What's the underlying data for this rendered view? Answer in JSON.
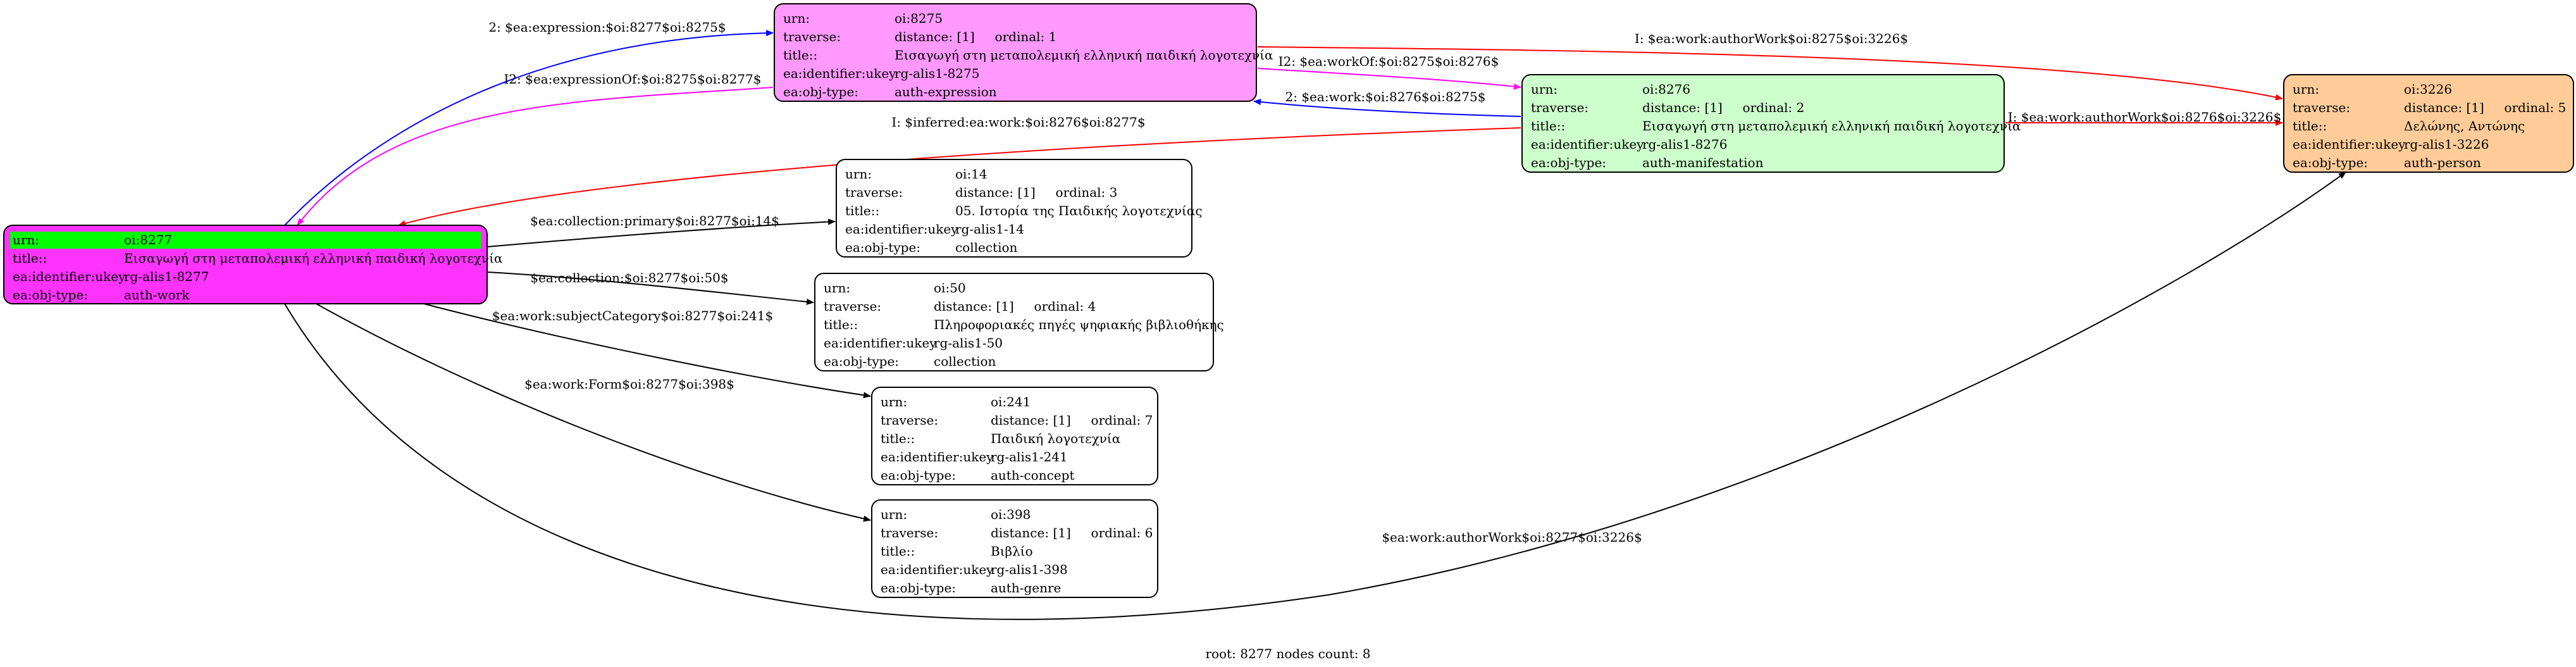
{
  "graph": {
    "footer": "root: 8277 nodes count: 8",
    "nodes": [
      {
        "id": "n8277",
        "fill": "#ff33ff",
        "header_fill": "#00ff00",
        "rows": [
          [
            "urn:",
            "oi:8277"
          ],
          [
            "title::",
            "Εισαγωγή στη μεταπολεμική ελληνική παιδική λογοτεχνία"
          ],
          [
            "ea:identifier:ukey",
            "rg-alis1-8277"
          ],
          [
            "ea:obj-type:",
            "auth-work"
          ]
        ]
      },
      {
        "id": "n8275",
        "fill": "#ff99ff",
        "rows": [
          [
            "urn:",
            "oi:8275"
          ],
          [
            "traverse:",
            "distance: [1]     ordinal: 1"
          ],
          [
            "title::",
            "Εισαγωγή στη μεταπολεμική ελληνική παιδική λογοτεχνία"
          ],
          [
            "ea:identifier:ukey",
            "rg-alis1-8275"
          ],
          [
            "ea:obj-type:",
            "auth-expression"
          ]
        ]
      },
      {
        "id": "n8276",
        "fill": "#ccffcc",
        "rows": [
          [
            "urn:",
            "oi:8276"
          ],
          [
            "traverse:",
            "distance: [1]     ordinal: 2"
          ],
          [
            "title::",
            "Εισαγωγή στη μεταπολεμική ελληνική παιδική λογοτεχνία"
          ],
          [
            "ea:identifier:ukey",
            "rg-alis1-8276"
          ],
          [
            "ea:obj-type:",
            "auth-manifestation"
          ]
        ]
      },
      {
        "id": "n3226",
        "fill": "#ffcc99",
        "rows": [
          [
            "urn:",
            "oi:3226"
          ],
          [
            "traverse:",
            "distance: [1]     ordinal: 5"
          ],
          [
            "title::",
            "Δελώνης, Αντώνης"
          ],
          [
            "ea:identifier:ukey",
            "rg-alis1-3226"
          ],
          [
            "ea:obj-type:",
            "auth-person"
          ]
        ]
      },
      {
        "id": "n14",
        "fill": "#ffffff",
        "rows": [
          [
            "urn:",
            "oi:14"
          ],
          [
            "traverse:",
            "distance: [1]     ordinal: 3"
          ],
          [
            "title::",
            "05. Ιστορία της Παιδικής λογοτεχνίας"
          ],
          [
            "ea:identifier:ukey",
            "rg-alis1-14"
          ],
          [
            "ea:obj-type:",
            "collection"
          ]
        ]
      },
      {
        "id": "n50",
        "fill": "#ffffff",
        "rows": [
          [
            "urn:",
            "oi:50"
          ],
          [
            "traverse:",
            "distance: [1]     ordinal: 4"
          ],
          [
            "title::",
            "Πληροφοριακές πηγές ψηφιακής βιβλιοθήκης"
          ],
          [
            "ea:identifier:ukey",
            "rg-alis1-50"
          ],
          [
            "ea:obj-type:",
            "collection"
          ]
        ]
      },
      {
        "id": "n241",
        "fill": "#ffffff",
        "rows": [
          [
            "urn:",
            "oi:241"
          ],
          [
            "traverse:",
            "distance: [1]     ordinal: 7"
          ],
          [
            "title::",
            "Παιδική λογοτεχνία"
          ],
          [
            "ea:identifier:ukey",
            "rg-alis1-241"
          ],
          [
            "ea:obj-type:",
            "auth-concept"
          ]
        ]
      },
      {
        "id": "n398",
        "fill": "#ffffff",
        "rows": [
          [
            "urn:",
            "oi:398"
          ],
          [
            "traverse:",
            "distance: [1]     ordinal: 6"
          ],
          [
            "title::",
            "Βιβλίο"
          ],
          [
            "ea:identifier:ukey",
            "rg-alis1-398"
          ],
          [
            "ea:obj-type:",
            "auth-genre"
          ]
        ]
      }
    ],
    "edges": [
      {
        "id": "e1",
        "color": "#0000ff",
        "label": "2: $ea:expression:$oi:8277$oi:8275$"
      },
      {
        "id": "e2",
        "color": "#ff00ff",
        "label": "I2: $ea:expressionOf:$oi:8275$oi:8277$"
      },
      {
        "id": "e3",
        "color": "#ff00ff",
        "label": "I2: $ea:workOf:$oi:8275$oi:8276$"
      },
      {
        "id": "e4",
        "color": "#0000ff",
        "label": "2: $ea:work:$oi:8276$oi:8275$"
      },
      {
        "id": "e5",
        "color": "#ff0000",
        "label": "I: $ea:work:authorWork$oi:8275$oi:3226$"
      },
      {
        "id": "e6",
        "color": "#ff0000",
        "label": "I: $ea:work:authorWork$oi:8276$oi:3226$"
      },
      {
        "id": "e7",
        "color": "#ff0000",
        "label": "I: $inferred:ea:work:$oi:8276$oi:8277$"
      },
      {
        "id": "e8",
        "color": "#000000",
        "label": "$ea:collection:primary$oi:8277$oi:14$"
      },
      {
        "id": "e9",
        "color": "#000000",
        "label": "$ea:collection:$oi:8277$oi:50$"
      },
      {
        "id": "e10",
        "color": "#000000",
        "label": "$ea:work:subjectCategory$oi:8277$oi:241$"
      },
      {
        "id": "e11",
        "color": "#000000",
        "label": "$ea:work:Form$oi:8277$oi:398$"
      },
      {
        "id": "e12",
        "color": "#000000",
        "label": "$ea:work:authorWork$oi:8277$oi:3226$"
      }
    ]
  }
}
